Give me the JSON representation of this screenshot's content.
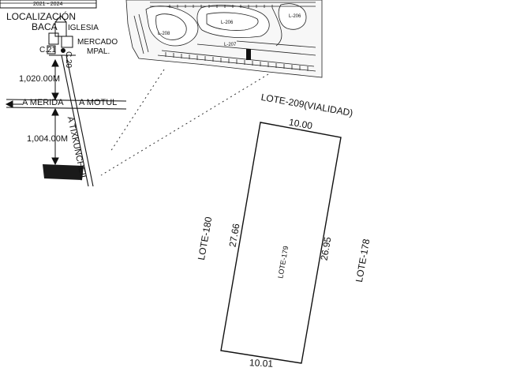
{
  "header": {
    "term": "2021 - 2024"
  },
  "location": {
    "title_line1": "LOCALIZACIÓN",
    "title_line2": "BACA",
    "church": "IGLESIA",
    "market_line1": "MERCADO",
    "market_line2": "MPAL.",
    "street_c21": "C.21",
    "street_c20": "C.20",
    "dist_north": "1,020.00M",
    "to_merida": "A MERIDA",
    "to_motul": "A MOTUL",
    "dist_south": "1,004.00M",
    "to_tixkuncheil": "A TIXKUNCHEIL"
  },
  "subdivision": {
    "lot_labels": [
      "L-208",
      "L-206",
      "L-206",
      "L-207"
    ]
  },
  "parcel": {
    "name": "LOTE-179",
    "north_neighbor": "LOTE-209(VIALIDAD)",
    "west_neighbor": "LOTE-180",
    "east_neighbor": "LOTE-178",
    "dims": {
      "north": "10.00",
      "south": "10.01",
      "west": "27.66",
      "east": "26.95"
    }
  }
}
